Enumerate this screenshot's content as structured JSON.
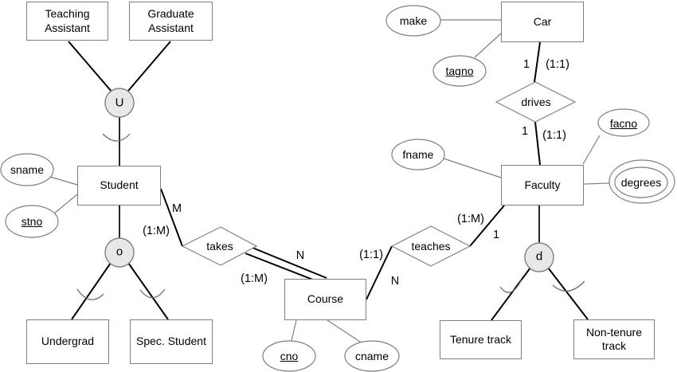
{
  "entities": {
    "teaching_assistant": "Teaching Assistant",
    "graduate_assistant": "Graduate Assistant",
    "car": "Car",
    "student": "Student",
    "faculty": "Faculty",
    "course": "Course",
    "undergrad": "Undergrad",
    "spec_student": "Spec. Student",
    "tenure_track": "Tenure track",
    "non_tenure_track": "Non-tenure track"
  },
  "relationships": {
    "takes": "takes",
    "teaches": "teaches",
    "drives": "drives"
  },
  "attributes": {
    "sname": "sname",
    "stno": "stno",
    "cno": "cno",
    "cname": "cname",
    "fname": "fname",
    "facno": "facno",
    "degrees": "degrees",
    "make": "make",
    "tagno": "tagno"
  },
  "generalization_symbols": {
    "union": "U",
    "overlap": "o",
    "disjoint": "d"
  },
  "cardinalities": {
    "student_takes": "M",
    "student_takes_range": "(1:M)",
    "course_takes": "N",
    "course_takes_range": "(1:M)",
    "course_teaches_range": "(1:1)",
    "course_teaches": "N",
    "faculty_teaches_range": "(1:M)",
    "faculty_teaches": "1",
    "car_drives": "1",
    "car_drives_range": "(1:1)",
    "faculty_drives": "1",
    "faculty_drives_range": "(1:1)"
  },
  "colors": {
    "background": "#ffffff",
    "shape_border": "#808080",
    "connector_line": "#000000",
    "attribute_line": "#808080",
    "category_circle_fill": "#e8e8e8",
    "text": "#000000"
  }
}
